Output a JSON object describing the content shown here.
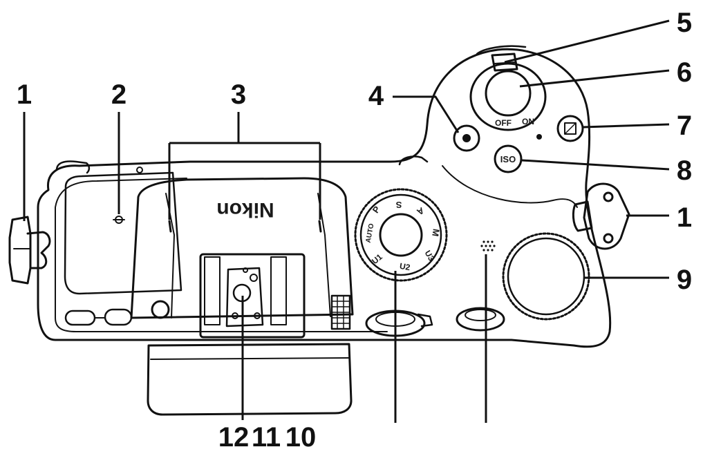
{
  "diagram": {
    "colors": {
      "ink": "#111111",
      "body": "#ffffff"
    },
    "callouts": {
      "c1_left": "1",
      "c2": "2",
      "c3": "3",
      "c4": "4",
      "c5": "5",
      "c6": "6",
      "c7": "7",
      "c8": "8",
      "c1_right": "1",
      "c9": "9",
      "c12": "12",
      "c11": "11",
      "c10": "10"
    },
    "markings": {
      "brand": "Nikon",
      "power_off": "OFF",
      "power_on": "ON",
      "iso_button": "ISO",
      "mode_dial": {
        "auto": "AUTO",
        "p": "P",
        "s": "S",
        "a": "A",
        "m": "M",
        "u1": "U1",
        "u2": "U2",
        "u3": "U3"
      }
    }
  }
}
